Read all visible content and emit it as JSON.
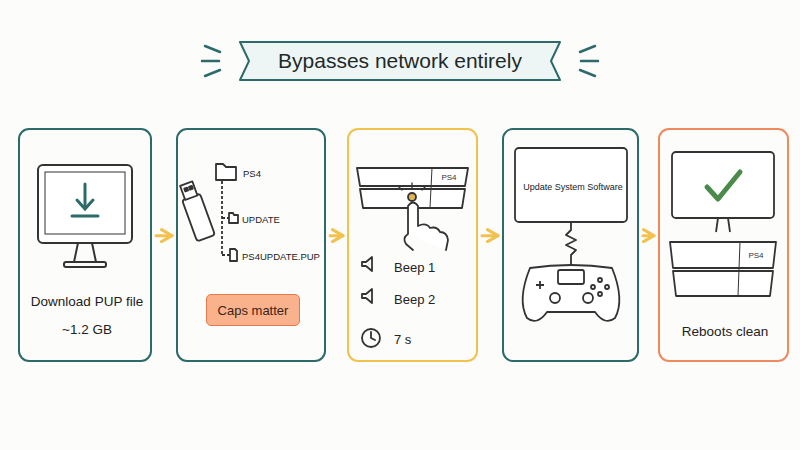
{
  "diagram": {
    "title": "Bypasses network entirely",
    "nodes": [
      {
        "text": [
          "Download PUP file",
          "~1.2 GB"
        ]
      },
      {
        "text": [
          "PS4",
          "UPDATE",
          "PS4UPDATE.PUP"
        ]
      },
      {
        "text": [
          "Caps matter"
        ],
        "in": 1
      },
      {
        "text": [
          "Beep 1",
          "Beep 2",
          "7 s"
        ]
      },
      {
        "text": [
          "Update System Software"
        ]
      },
      {
        "text": [
          "Reboots clean"
        ]
      }
    ],
    "edges": [
      {
        "from": 0,
        "to": 1,
        "arrow": "to"
      },
      {
        "from": 1,
        "to": 3,
        "arrow": "to"
      },
      {
        "from": 3,
        "to": 4,
        "arrow": "to"
      },
      {
        "from": 4,
        "to": 5,
        "arrow": "to"
      }
    ],
    "labels": [
      "PS4",
      "PS4"
    ]
  }
}
